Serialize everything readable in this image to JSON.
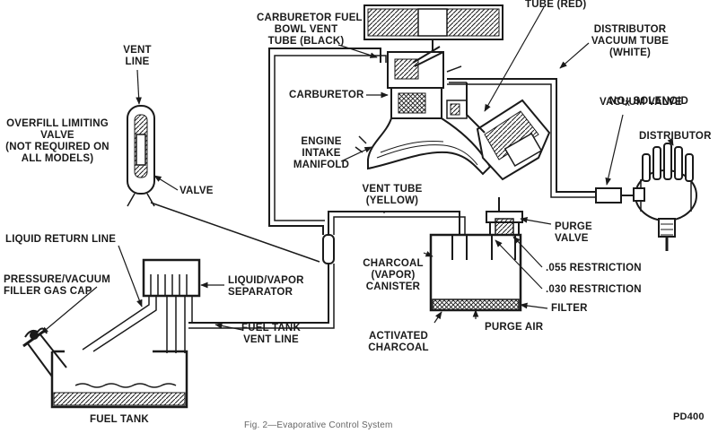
{
  "labels": {
    "carb_vent_tube": "CARBURETOR FUEL\nBOWL VENT\nTUBE (BLACK)",
    "tube_red": "TUBE (RED)",
    "dist_vac_tube": "DISTRIBUTOR\nVACUUM TUBE\n(WHITE)",
    "vent_line": "VENT\nLINE",
    "carburetor": "CARBURETOR",
    "nox_prefix": "NO",
    "nox_sub": "X",
    "nox_rest": " SOLENOID",
    "nox_line2": "VACUUM VALVE",
    "overfill_valve": "OVERFILL LIMITING\nVALVE\n(NOT REQUIRED ON\nALL MODELS)",
    "engine_manifold": "ENGINE\nINTAKE\nMANIFOLD",
    "distributor": "DISTRIBUTOR",
    "valve": "VALVE",
    "vent_tube_yellow": "VENT TUBE\n(YELLOW)",
    "purge_valve": "PURGE\nVALVE",
    "liquid_return": "LIQUID RETURN LINE",
    "charcoal_canister": "CHARCOAL\n(VAPOR)\nCANISTER",
    "restriction_055": ".055 RESTRICTION",
    "pressure_cap": "PRESSURE/VACUUM\nFILLER GAS CAP",
    "lv_separator": "LIQUID/VAPOR\nSEPARATOR",
    "restriction_030": ".030 RESTRICTION",
    "filter": "FILTER",
    "purge_air": "PURGE AIR",
    "activated_charcoal": "ACTIVATED\nCHARCOAL",
    "fuel_tank_vent": "FUEL TANK\nVENT LINE",
    "fuel_tank": "FUEL TANK",
    "figure_code": "PD400",
    "caption": "Fig. 2—Evaporative Control System"
  },
  "colors": {
    "ink": "#1a1a1a",
    "paper": "#ffffff"
  }
}
